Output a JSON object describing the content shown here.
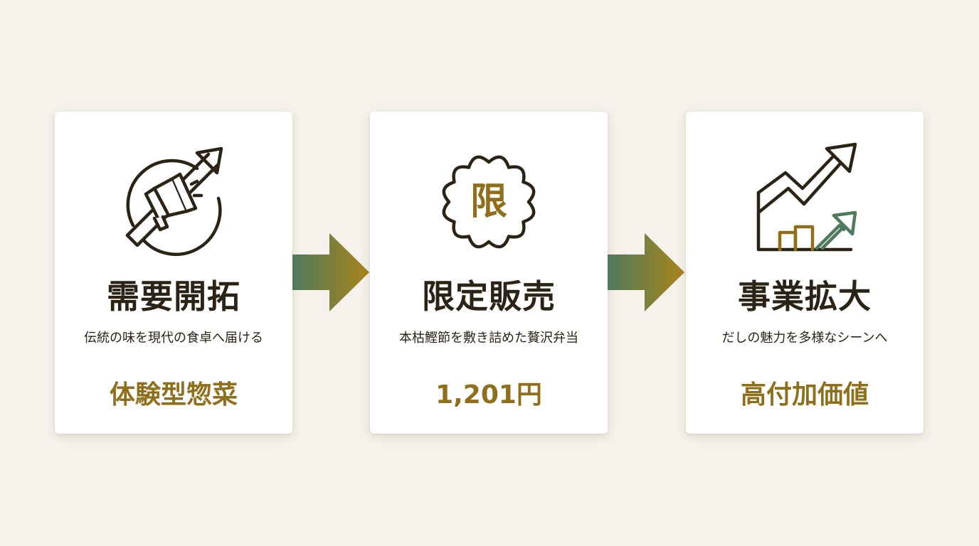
{
  "steps": [
    {
      "title": "需要開拓",
      "subtitle": "伝統の味を現代の食卓へ届ける",
      "highlight": "体験型惣菜",
      "icon": "megaphone-arrow-icon"
    },
    {
      "title": "限定販売",
      "subtitle": "本枯鰹節を敷き詰めた贅沢弁当",
      "highlight": "1,201円",
      "icon": "limited-seal-icon",
      "badge_char": "限"
    },
    {
      "title": "事業拡大",
      "subtitle": "だしの魅力を多様なシーンへ",
      "highlight": "高付加価値",
      "icon": "growth-chart-icon"
    }
  ],
  "connectors": [
    "arrow-right-icon",
    "arrow-right-icon"
  ],
  "colors": {
    "background": "#f5f2eb",
    "card": "#ffffff",
    "text_dark": "#2b2416",
    "accent_gold": "#8f6f1c",
    "accent_green": "#4f7a5c"
  }
}
